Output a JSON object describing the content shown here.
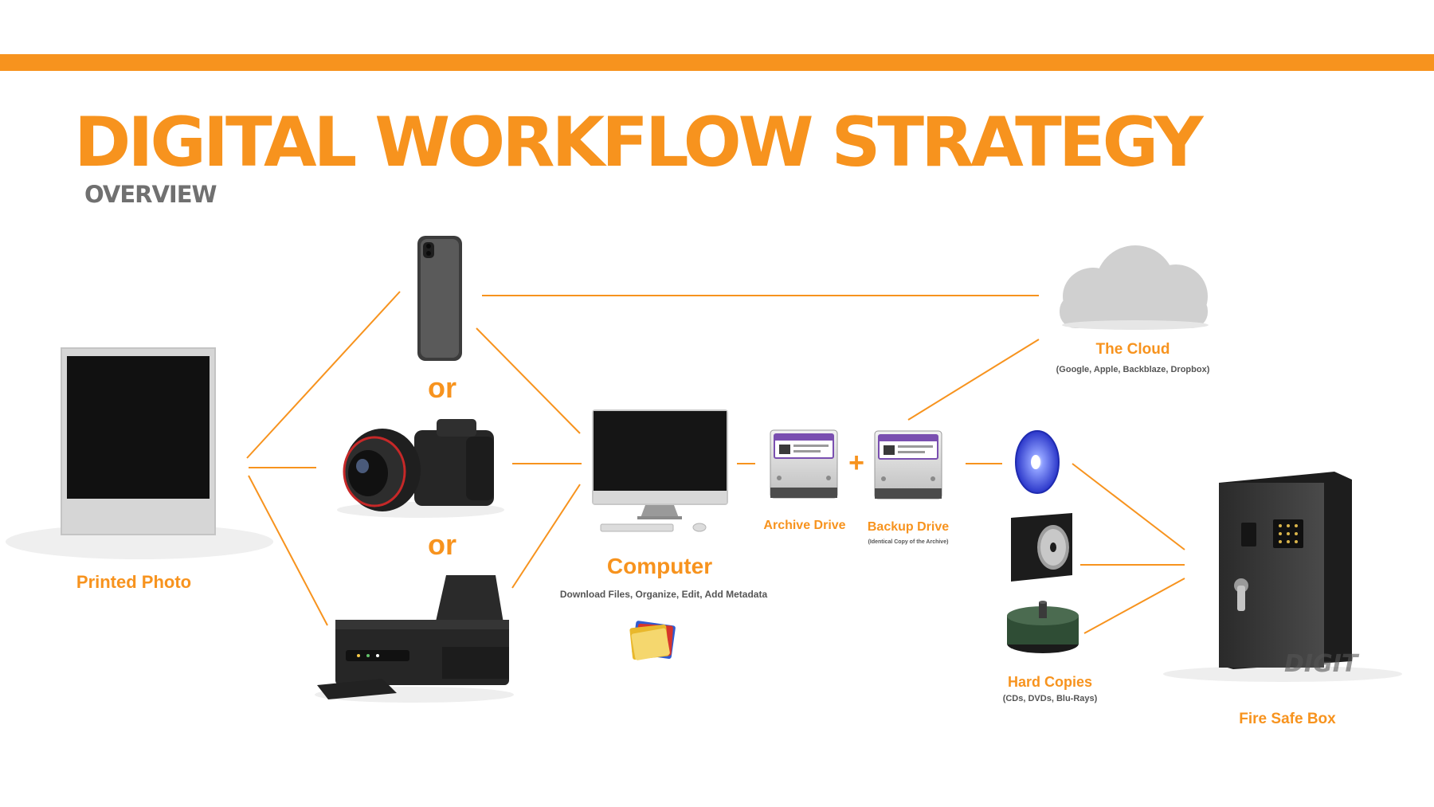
{
  "colors": {
    "accent": "#f7931e",
    "subtitle": "#707070",
    "caption": "#555555",
    "drive_label": "#7a4fb0"
  },
  "header": {
    "title": "DIGITAL WORKFLOW STRATEGY",
    "subtitle": "OVERVIEW"
  },
  "connectors": {
    "or_top": "or",
    "or_bottom": "or",
    "plus": "+"
  },
  "nodes": {
    "printed_photo": {
      "label": "Printed Photo",
      "icon": "instant-photo-icon"
    },
    "phone": {
      "icon": "smartphone-icon"
    },
    "camera": {
      "icon": "dslr-camera-icon"
    },
    "scanner": {
      "icon": "printer-scanner-icon"
    },
    "computer": {
      "label": "Computer",
      "caption": "Download Files, Organize, Edit, Add Metadata",
      "icon": "desktop-computer-icon",
      "folder_icon": "folders-icon"
    },
    "archive_drive": {
      "label": "Archive Drive",
      "icon": "hard-drive-icon"
    },
    "backup_drive": {
      "label": "Backup Drive",
      "caption": "(Identical Copy of the Archive)",
      "icon": "hard-drive-icon"
    },
    "cloud": {
      "label": "The Cloud",
      "caption": "(Google, Apple, Backblaze, Dropbox)",
      "icon": "cloud-icon"
    },
    "hard_copies": {
      "label": "Hard Copies",
      "caption": "(CDs, DVDs, Blu-Rays)",
      "icons": [
        "blu-ray-disc-icon",
        "dvd-case-icon",
        "disc-spindle-icon"
      ]
    },
    "fire_safe": {
      "label": "Fire Safe Box",
      "icon": "fire-safe-icon"
    }
  },
  "watermark": "DIGIT"
}
